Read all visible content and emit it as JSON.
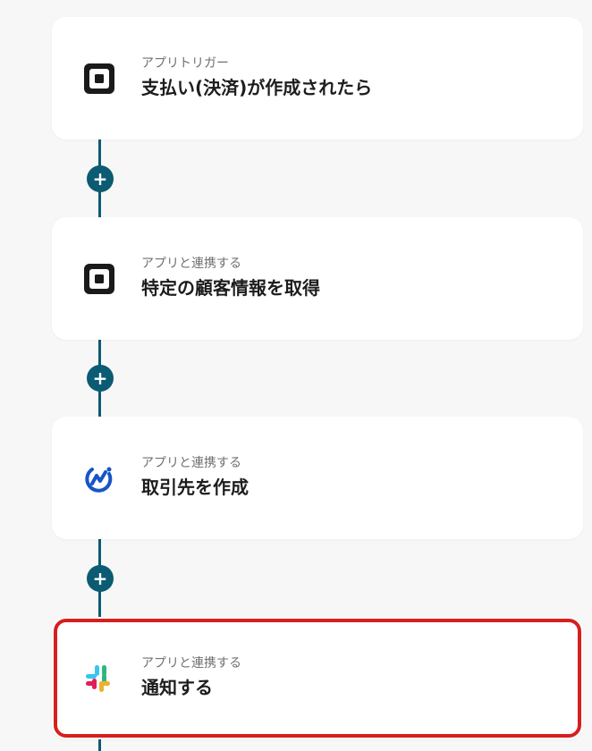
{
  "steps": [
    {
      "type_label": "アプリトリガー",
      "title": "支払い(決済)が作成されたら",
      "icon": "square-icon"
    },
    {
      "type_label": "アプリと連携する",
      "title": "特定の顧客情報を取得",
      "icon": "square-icon"
    },
    {
      "type_label": "アプリと連携する",
      "title": "取引先を作成",
      "icon": "moneyforward-icon"
    },
    {
      "type_label": "アプリと連携する",
      "title": "通知する",
      "icon": "slack-icon"
    }
  ],
  "add_button_symbol": "+",
  "colors": {
    "connector": "#0b5b73",
    "highlight": "#d61f1f",
    "square_app": "#1a1a1a",
    "moneyforward": "#1754c8",
    "slack_red": "#e01e5a",
    "slack_blue": "#36c5f0",
    "slack_green": "#2eb67d",
    "slack_yellow": "#ecb22e"
  }
}
